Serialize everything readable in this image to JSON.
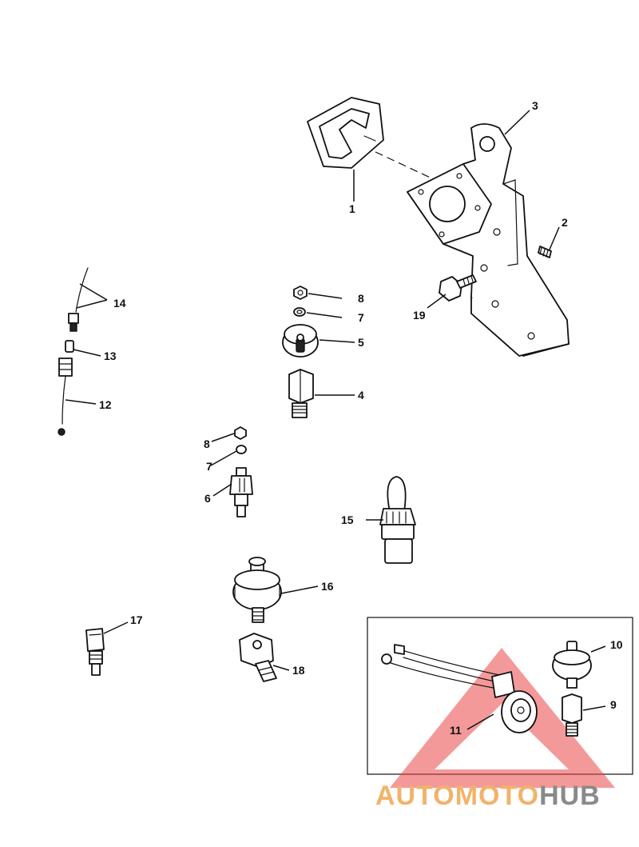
{
  "callouts": {
    "c1": "1",
    "c2": "2",
    "c3": "3",
    "c4": "4",
    "c5": "5",
    "c6": "6",
    "c7a": "7",
    "c7b": "7",
    "c8a": "8",
    "c8b": "8",
    "c9": "9",
    "c10": "10",
    "c11": "11",
    "c12": "12",
    "c13": "13",
    "c14": "14",
    "c15": "15",
    "c16": "16",
    "c17": "17",
    "c18": "18",
    "c19": "19"
  },
  "watermark": {
    "part1": "AUTOMOTO",
    "part2": "HUB",
    "colors": {
      "part1": "#f3b26a",
      "part2": "#8a8a8a",
      "triangle": "#eb4646"
    }
  }
}
